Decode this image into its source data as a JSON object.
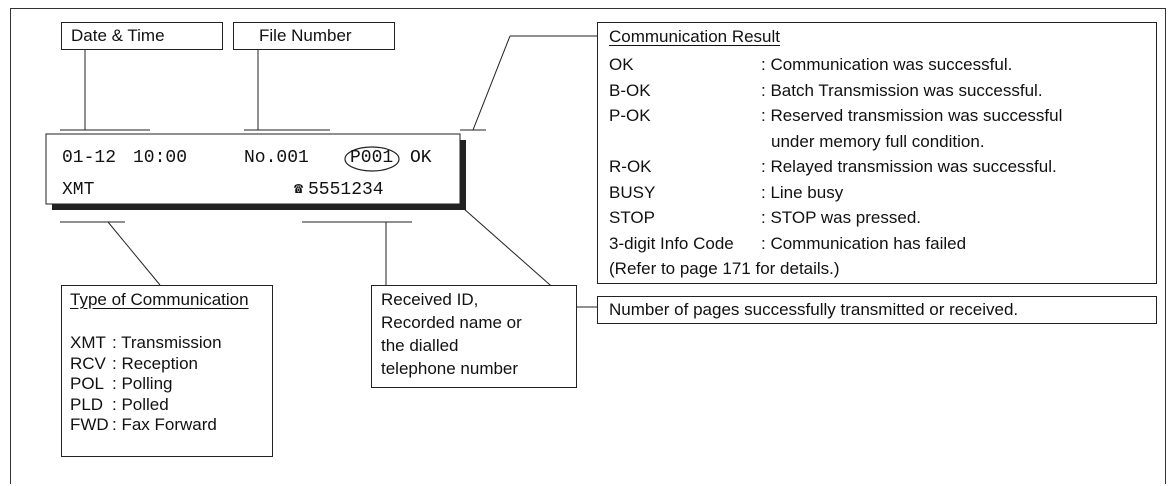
{
  "callouts": {
    "date_time": "Date & Time",
    "file_number": "File Number",
    "pages_note": "Number of pages successfully transmitted or received."
  },
  "display": {
    "date": "01-12",
    "time": "10:00",
    "file_no": "No.001",
    "pages": "P001",
    "result": "OK",
    "type": "XMT",
    "phone_icon": "telephone-icon",
    "phone_glyph": "☎",
    "phone": "5551234"
  },
  "communication_result": {
    "title": "Communication Result",
    "items": [
      {
        "code": "OK",
        "desc": ": Communication was successful."
      },
      {
        "code": "B-OK",
        "desc": ": Batch Transmission was successful."
      },
      {
        "code": "P-OK",
        "desc": ": Reserved transmission was successful"
      },
      {
        "code": "",
        "desc": "under memory full condition."
      },
      {
        "code": "R-OK",
        "desc": ": Relayed transmission was successful."
      },
      {
        "code": "BUSY",
        "desc": ": Line busy"
      },
      {
        "code": "STOP",
        "desc": ": STOP was pressed."
      },
      {
        "code": "3-digit Info Code",
        "desc": ": Communication has failed"
      }
    ],
    "footer": "(Refer to page 171 for details.)"
  },
  "type_of_communication": {
    "title": "Type of Communication",
    "items": [
      {
        "code": "XMT",
        "desc": ": Transmission"
      },
      {
        "code": "RCV",
        "desc": ": Reception"
      },
      {
        "code": "POL",
        "desc": ": Polling"
      },
      {
        "code": "PLD",
        "desc": ": Polled"
      },
      {
        "code": "FWD",
        "desc": ": Fax Forward"
      }
    ]
  },
  "received_id": {
    "lines": [
      "Received ID,",
      "Recorded name or",
      "the dialled",
      "telephone number"
    ]
  }
}
